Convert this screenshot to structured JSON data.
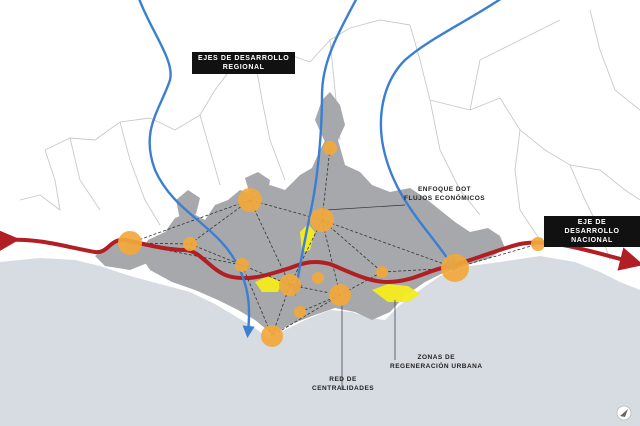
{
  "labels": {
    "regional_axes": {
      "line1": "EJES DE DESARROLLO",
      "line2": "REGIONAL"
    },
    "national_axis": {
      "line1": "EJE DE DESARROLLO",
      "line2": "NACIONAL"
    },
    "dot_focus": {
      "line1": "ENFOQUE DOT",
      "line2": "FLUJOS ECONÓMICOS"
    },
    "urban_regeneration": {
      "line1": "ZONAS DE",
      "line2": "REGENERACIÓN URBANA"
    },
    "centralities_network": {
      "line1": "RED DE",
      "line2": "CENTRALIDADES"
    }
  },
  "colors": {
    "sea": "#d7dbe2",
    "land": "#ffffff",
    "urban_area": "#a7a8ab",
    "national_axis": "#b11f24",
    "regional_axes": "#3b7fd1",
    "centralities": "#f2a93b",
    "regeneration_zones": "#f4ec1c",
    "network_lines": "#333333",
    "boundaries": "#c9c9c9"
  },
  "icons": {
    "north_arrow": "north-arrow-icon"
  }
}
